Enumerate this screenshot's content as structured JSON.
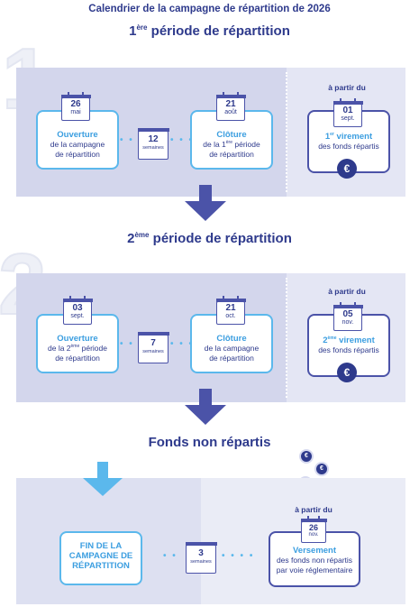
{
  "title": "Calendrier de la campagne de répartition de 2026",
  "period1": {
    "heading_num": "1",
    "heading_sup": "ère",
    "heading_rest": " période de répartition",
    "big_number": "1",
    "open_card": {
      "day": "26",
      "month": "mai",
      "highlight": "Ouverture",
      "line1": "de la campagne",
      "line2": "de répartition"
    },
    "weeks": {
      "count": "12",
      "label": "semaines"
    },
    "close_card": {
      "day": "21",
      "month": "août",
      "highlight": "Clôture",
      "line1_a": "de la 1",
      "line1_sup": "ère",
      "line1_b": " période",
      "line2": "de répartition"
    },
    "transfer": {
      "from_label": "à partir du",
      "day": "01",
      "month": "sept.",
      "ord_num": "1",
      "ord_sup": "er",
      "highlight": " virement",
      "line2": "des fonds répartis",
      "euro": "€"
    }
  },
  "period2": {
    "heading_num": "2",
    "heading_sup": "ème",
    "heading_rest": " période de répartition",
    "big_number": "2",
    "open_card": {
      "day": "03",
      "month": "sept.",
      "highlight": "Ouverture",
      "line1_a": "de la 2",
      "line1_sup": "ème",
      "line1_b": " période",
      "line2": "de répartition"
    },
    "weeks": {
      "count": "7",
      "label": "semaines"
    },
    "close_card": {
      "day": "21",
      "month": "oct.",
      "highlight": "Clôture",
      "line1": "de la campagne",
      "line2": "de répartition"
    },
    "transfer": {
      "from_label": "à partir du",
      "day": "05",
      "month": "nov.",
      "ord_num": "2",
      "ord_sup": "ème",
      "highlight": " virement",
      "line2": "des fonds répartis",
      "euro": "€"
    }
  },
  "unallocated": {
    "heading": "Fonds non répartis",
    "end_card": {
      "line1": "FIN DE LA",
      "line2": "CAMPAGNE DE",
      "line3": "RÉPARTITION"
    },
    "weeks": {
      "count": "3",
      "label": "semaines"
    },
    "payment": {
      "from_label": "à partir du",
      "day": "26",
      "month": "nov.",
      "highlight": "Versement",
      "line1": "des fonds non répartis",
      "line2": "par voie réglementaire"
    },
    "coin_symbol": "€"
  },
  "colors": {
    "navy": "#2e3a8c",
    "accent_blue": "#3b9ee0",
    "light_blue": "#5bb8ec",
    "panel": "#d3d6ec",
    "arrow": "#4b53a8"
  }
}
